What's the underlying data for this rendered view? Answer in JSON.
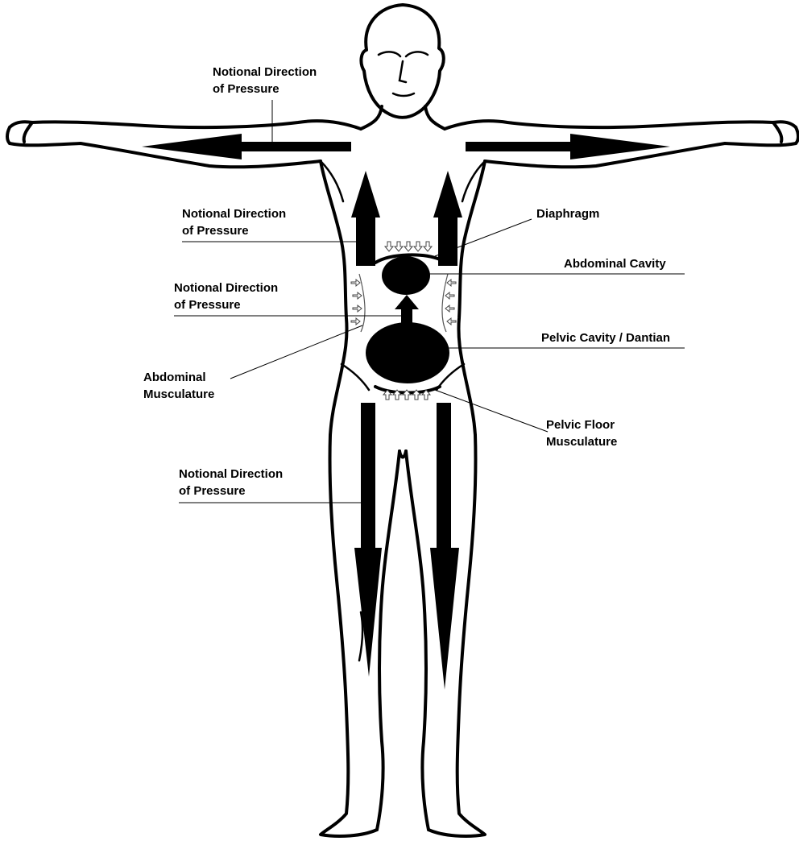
{
  "labels": {
    "pressure_arms_1": "Notional Direction",
    "pressure_arms_2": "of Pressure",
    "pressure_chest_1": "Notional Direction",
    "pressure_chest_2": "of Pressure",
    "pressure_abdomen_1": "Notional Direction",
    "pressure_abdomen_2": "of Pressure",
    "pressure_legs_1": "Notional Direction",
    "pressure_legs_2": "of Pressure",
    "diaphragm": "Diaphragm",
    "abdominal_cavity": "Abdominal Cavity",
    "pelvic_cavity": "Pelvic Cavity / Dantian",
    "abdominal_musculature_1": "Abdominal",
    "abdominal_musculature_2": "Musculature",
    "pelvic_floor_1": "Pelvic Floor",
    "pelvic_floor_2": "Musculature"
  },
  "colors": {
    "ink": "#000000",
    "background": "#ffffff"
  }
}
